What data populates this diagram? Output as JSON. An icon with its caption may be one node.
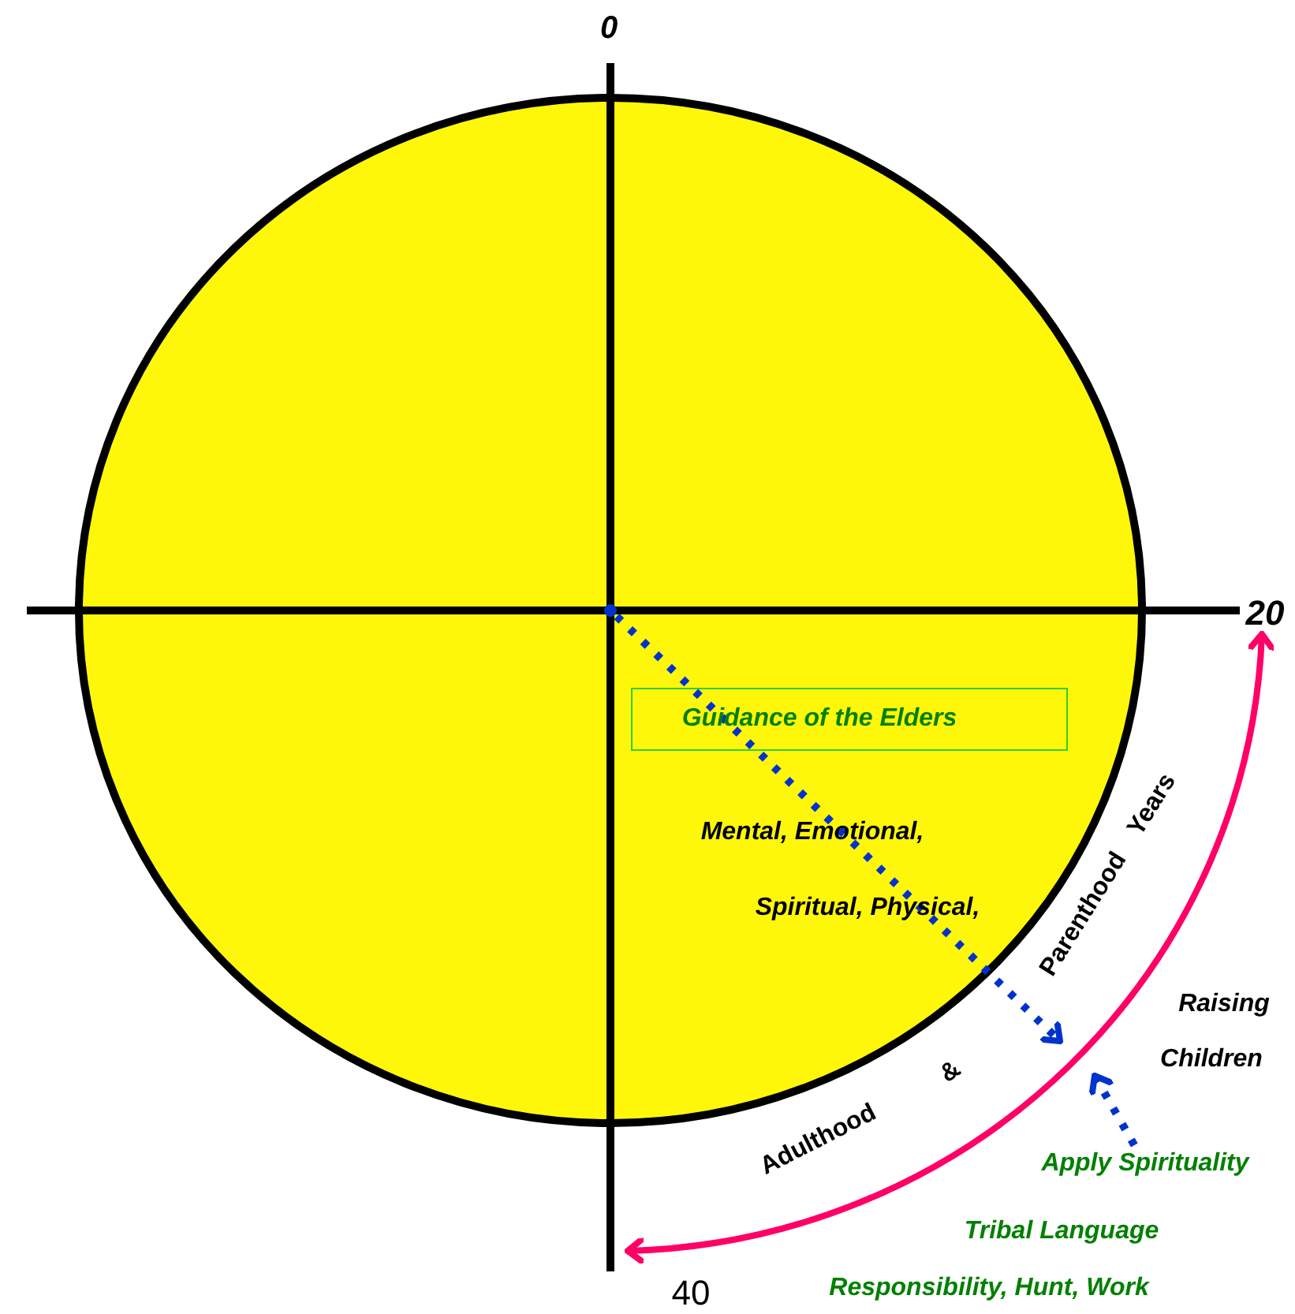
{
  "diagram": {
    "nodes": [
      {
        "text": [],
        "shape": "circle"
      },
      {
        "text": [
          "Guidance of the Elders"
        ]
      },
      {
        "text": [
          "20"
        ]
      },
      {
        "text": [
          "40"
        ]
      },
      {
        "text": [
          "Apply Spirituality"
        ]
      }
    ],
    "edges": [
      {
        "from": 0,
        "to": null,
        "arrow": "to",
        "style": "dashed",
        "color": "#0033cc"
      },
      {
        "from": 2,
        "to": 3,
        "arrow": "both",
        "color": "#ff0066"
      },
      {
        "from": 4,
        "to": null,
        "arrow": "to",
        "style": "dashed",
        "color": "#0033cc"
      }
    ],
    "labels": [
      "0",
      "Mental, Emotional,",
      "Spiritual, Physical,",
      "Parenthood Years",
      "Raising",
      "Children",
      "&",
      "Adulthood",
      "Tribal Language",
      "Responsibility, Hunt, Work"
    ]
  }
}
